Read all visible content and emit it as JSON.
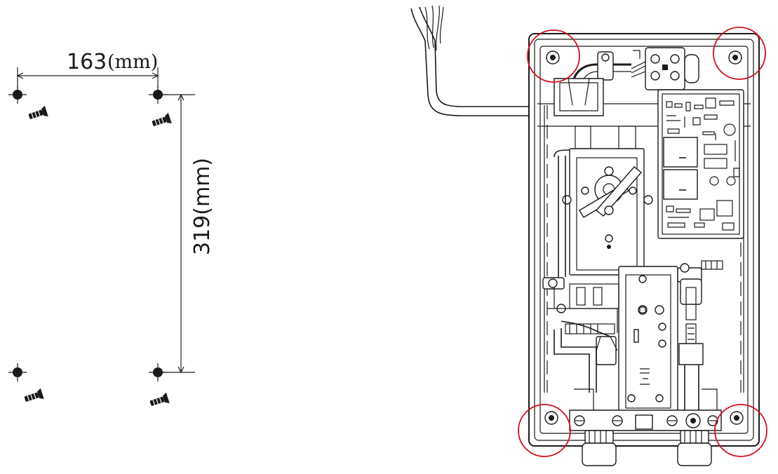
{
  "dimensions": {
    "width_value": "163",
    "width_unit": "(mm)",
    "height_label": "319(mm)"
  },
  "colors": {
    "mounting_highlight": "#d0121b",
    "line": "#1a1a1a"
  },
  "icons": {
    "mount_point": "crosshair-dot-icon",
    "screw_anchor": "wall-plug-icon"
  }
}
